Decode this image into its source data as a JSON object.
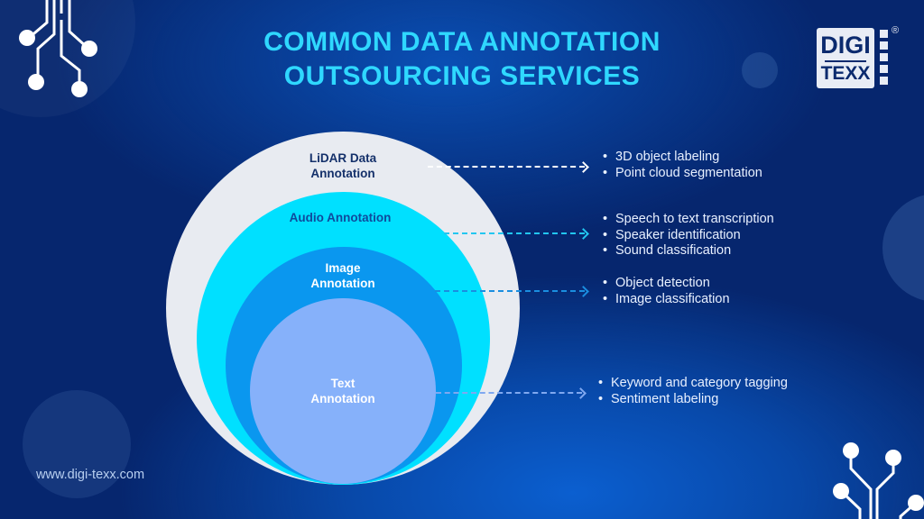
{
  "title": {
    "line1": "COMMON DATA ANNOTATION",
    "line2": "OUTSOURCING SERVICES",
    "color": "#2fd8ff"
  },
  "logo": {
    "line1": "DIGI",
    "line2": "TEXX",
    "registered": "®"
  },
  "website": "www.digi-texx.com",
  "diagram": {
    "layers": [
      {
        "label_line1": "LiDAR Data",
        "label_line2": "Annotation",
        "fill": "#e8ebf1",
        "label_color": "#14306a",
        "arrow_color": "#ffffff",
        "items": [
          "3D object labeling",
          "Point cloud segmentation"
        ]
      },
      {
        "label_line1": "Audio Annotation",
        "label_line2": "",
        "fill": "#00e0ff",
        "label_color": "#0f4a9c",
        "arrow_color": "#22c6f0",
        "items": [
          "Speech to text transcription",
          "Speaker identification",
          "Sound classification"
        ]
      },
      {
        "label_line1": "Image",
        "label_line2": "Annotation",
        "fill": "#0a97ef",
        "label_color": "#ffffff",
        "arrow_color": "#1a8ee0",
        "items": [
          "Object detection",
          "Image classification"
        ]
      },
      {
        "label_line1": "Text",
        "label_line2": "Annotation",
        "fill": "#86b1fa",
        "label_color": "#ffffff",
        "arrow_color": "#7fa8f0",
        "items": [
          "Keyword and category tagging",
          "Sentiment labeling"
        ]
      }
    ]
  }
}
